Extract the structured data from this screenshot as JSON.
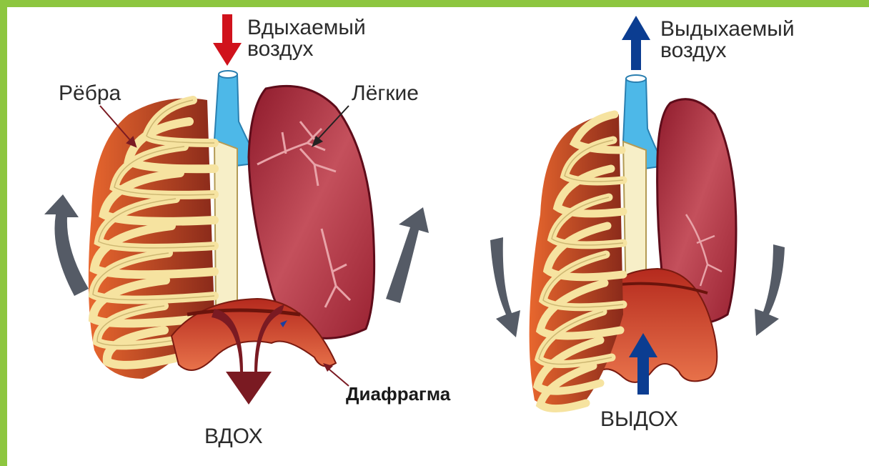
{
  "labels": {
    "inhaled_air_line1": "Вдыхаемый",
    "inhaled_air_line2": "воздух",
    "ribs": "Рёбра",
    "lungs": "Лёгкие",
    "diaphragm": "Диафрагма",
    "inhale": "ВДОХ",
    "exhaled_air_line1": "Выдыхаемый",
    "exhaled_air_line2": "воздух",
    "exhale": "ВЫДОХ"
  },
  "colors": {
    "border": "#8dc63f",
    "inhale_arrow": "#d0121c",
    "exhale_arrow": "#0b3d91",
    "movement_arrow": "#555b66",
    "trachea": "#4db8e8",
    "lung": "#b5313f",
    "lung_dark": "#6e1020",
    "rib_bone": "#f6e3a0",
    "rib_muscle": "#d9532c",
    "diaphragm": "#d9442a",
    "diaphragm_arrow_inhale": "#7a1a22"
  }
}
